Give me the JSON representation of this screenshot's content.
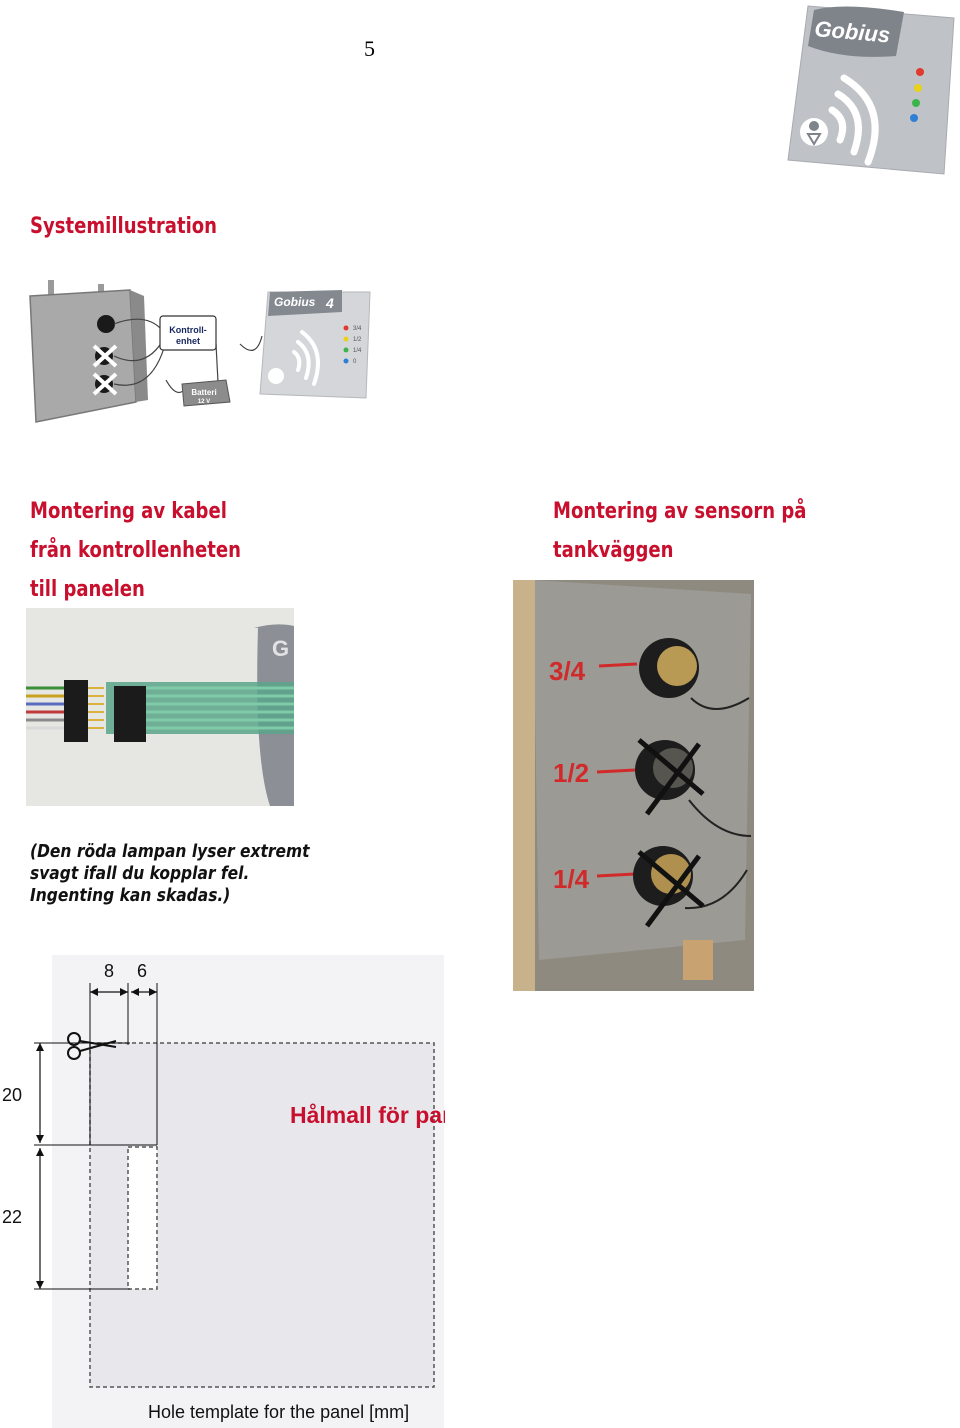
{
  "page_number": "5",
  "headings": {
    "system": "Systemillustration",
    "cable": [
      "Montering av kabel",
      "från kontrollenheten",
      "till panelen"
    ],
    "sensor": [
      "Montering av sensorn på",
      "tankväggen"
    ]
  },
  "note": [
    "(Den röda lampan lyser extremt",
    "svagt ifall du kopplar fel.",
    "Ingenting kan skadas.)"
  ],
  "panel": {
    "brand": "Gobius",
    "model": "4",
    "levels": [
      "3/4",
      "1/2",
      "1/4",
      "0"
    ],
    "led_colors": [
      "#e03a2f",
      "#e8d21a",
      "#3bb54a",
      "#2f7fd6"
    ]
  },
  "illustration": {
    "control_unit_label": [
      "Kontroll-",
      "enhet"
    ],
    "battery_label": [
      "Batteri",
      "12 V"
    ]
  },
  "sensor_photo": {
    "labels": [
      "3/4",
      "1/2",
      "1/4"
    ]
  },
  "template": {
    "dim_top": [
      "8",
      "6"
    ],
    "dim_left": [
      "20",
      "22"
    ],
    "title": "Hålmall för panelen",
    "caption": "Hole template for the panel [mm]"
  }
}
